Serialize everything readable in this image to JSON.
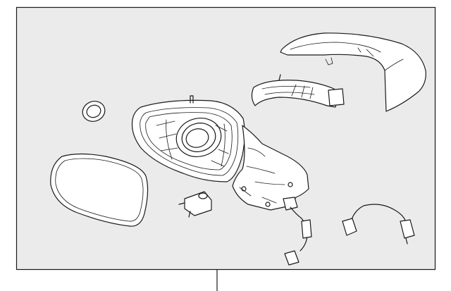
{
  "diagram": {
    "background": "#ebebeb",
    "frame_color": "#1a1a1a",
    "line_color": "#1a1a1a",
    "parts": [
      "mirror-glass",
      "mirror-housing",
      "trim-ring",
      "skull-cap-cover",
      "turn-signal-lamp",
      "lamp-socket",
      "wiring-harness"
    ],
    "callouts": []
  }
}
